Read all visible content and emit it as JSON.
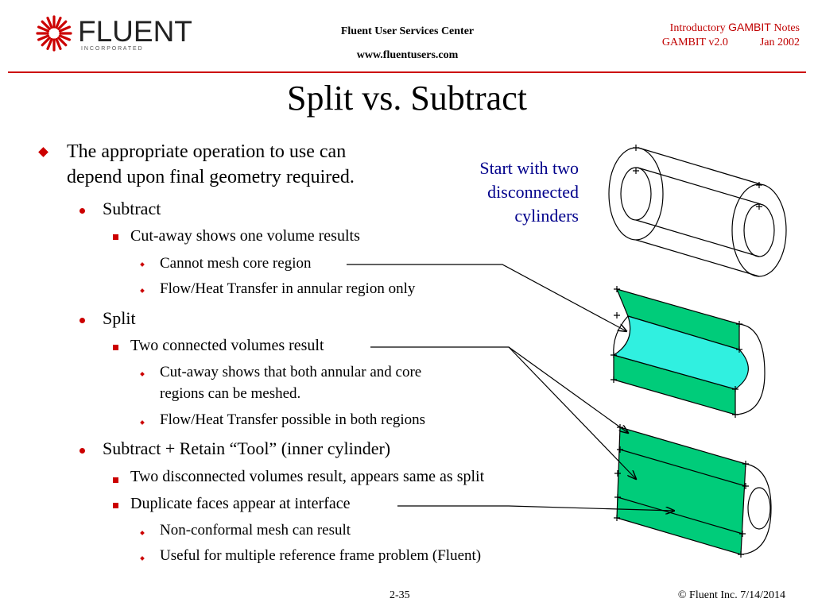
{
  "header": {
    "logo_text": "FLUENT",
    "logo_subtext": "I N C O R P O R A T E D",
    "center_line1": "Fluent User Services Center",
    "center_line2": "www.fluentusers.com",
    "right_line1_a": "Introductory ",
    "right_line1_b": "GAMBIT",
    "right_line1_c": " Notes",
    "right_line2_version": "GAMBIT v2.0",
    "right_line2_date": "Jan 2002"
  },
  "title": "Split vs. Subtract",
  "bullets": [
    {
      "level": 0,
      "text": "The appropriate operation to use can"
    },
    {
      "level": 0,
      "text": "depend upon final geometry required."
    },
    {
      "level": 1,
      "text": "Subtract"
    },
    {
      "level": 2,
      "text": "Cut-away shows one volume results"
    },
    {
      "level": 3,
      "text": "Cannot mesh core region"
    },
    {
      "level": 3,
      "text": "Flow/Heat Transfer in annular region only"
    },
    {
      "level": 1,
      "text": "Split"
    },
    {
      "level": 2,
      "text": "Two connected volumes result"
    },
    {
      "level": 3,
      "text": "Cut-away shows that both annular and core"
    },
    {
      "level": 3,
      "text": "regions can be meshed."
    },
    {
      "level": 3,
      "text": "Flow/Heat Transfer possible in both regions"
    },
    {
      "level": 1,
      "text": "Subtract + Retain “Tool” (inner cylinder)"
    },
    {
      "level": 2,
      "text": "Two disconnected volumes result, appears same as split"
    },
    {
      "level": 2,
      "text": "Duplicate faces appear at interface"
    },
    {
      "level": 3,
      "text": "Non-conformal mesh can result"
    },
    {
      "level": 3,
      "text": "Useful for multiple reference frame problem (Fluent)"
    }
  ],
  "note": {
    "line1": "Start with two",
    "line2": "disconnected",
    "line3": "cylinders"
  },
  "footer": {
    "page": "2-35",
    "copyright": "© Fluent Inc. 7/14/2014"
  },
  "colors": {
    "accent": "#cc0000",
    "note": "#00008b",
    "solid_green": "#00cc7a",
    "core_cyan": "#30f0e0"
  },
  "icons": {
    "logo": "starburst-icon",
    "bullet_l0": "diamond",
    "bullet_l1": "dot",
    "bullet_l2": "square",
    "bullet_l3": "small-diamond"
  }
}
